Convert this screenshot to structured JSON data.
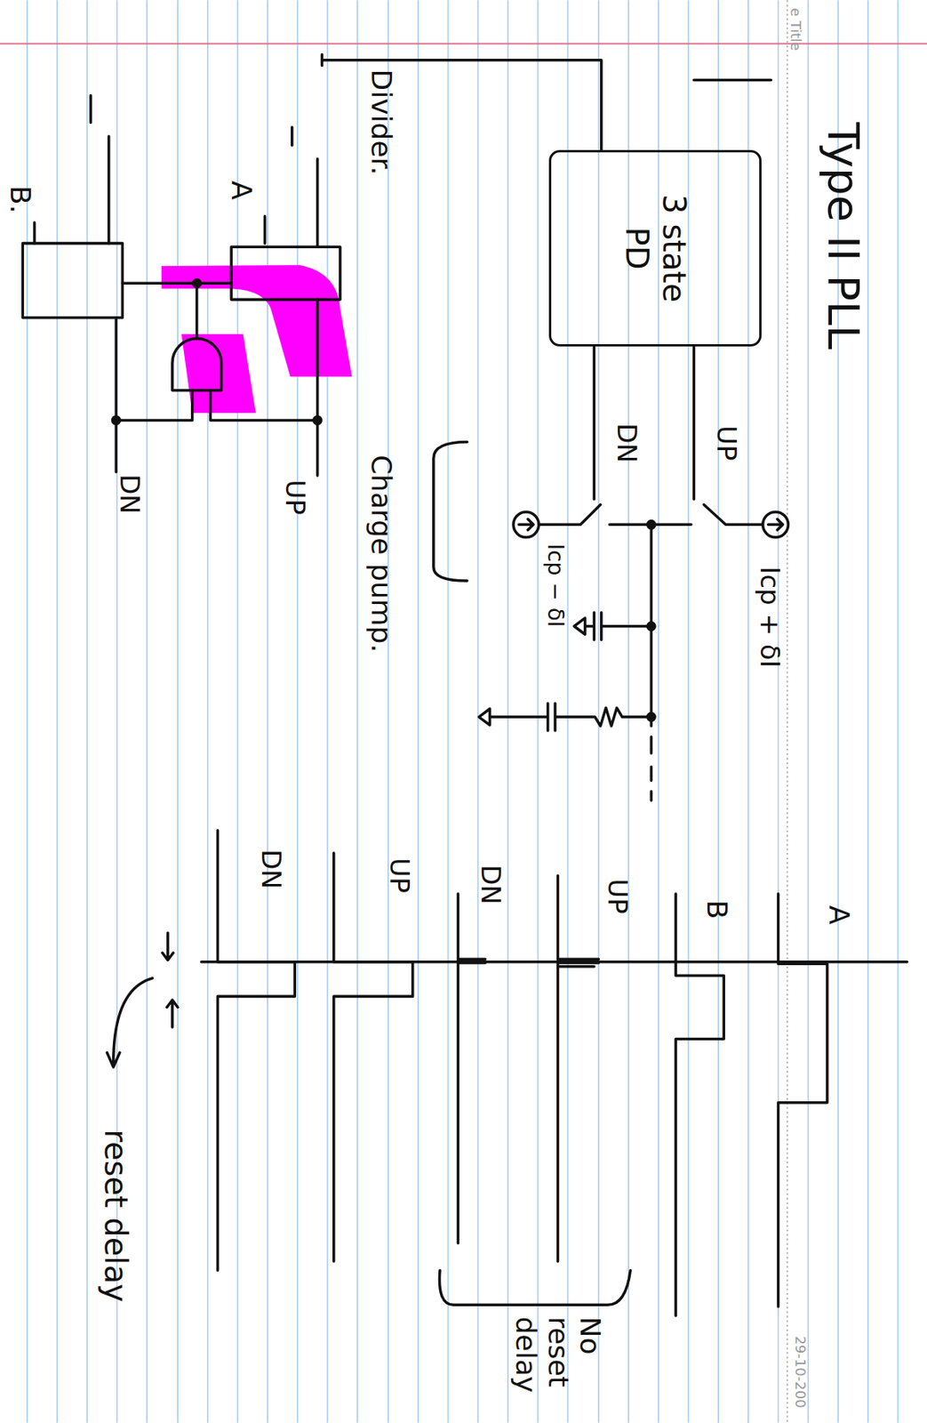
{
  "diagram": {
    "title": "Type II PLL",
    "nodes": [
      {
        "text": [
          "3 state PD"
        ]
      }
    ],
    "labels": [
      "e Title",
      "29-10-200",
      "Divider.",
      "A",
      "B.",
      "UP",
      "DN",
      "UP",
      "DN",
      "Icp + δI",
      "Icp − δI",
      "Charge pump.",
      "A",
      "B",
      "UP",
      "DN",
      "UP",
      "DN",
      "No reset delay",
      "reset delay"
    ]
  }
}
